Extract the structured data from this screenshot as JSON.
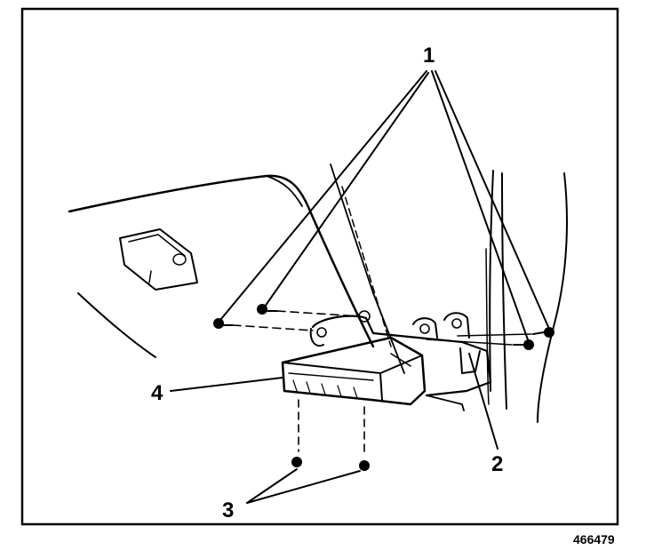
{
  "diagram": {
    "callouts": [
      {
        "id": "callout-1",
        "label": "1"
      },
      {
        "id": "callout-2",
        "label": "2"
      },
      {
        "id": "callout-3",
        "label": "3"
      },
      {
        "id": "callout-4",
        "label": "4"
      }
    ],
    "figure_id": "466479",
    "colors": {
      "ink": "#000000",
      "paper": "#ffffff"
    }
  }
}
